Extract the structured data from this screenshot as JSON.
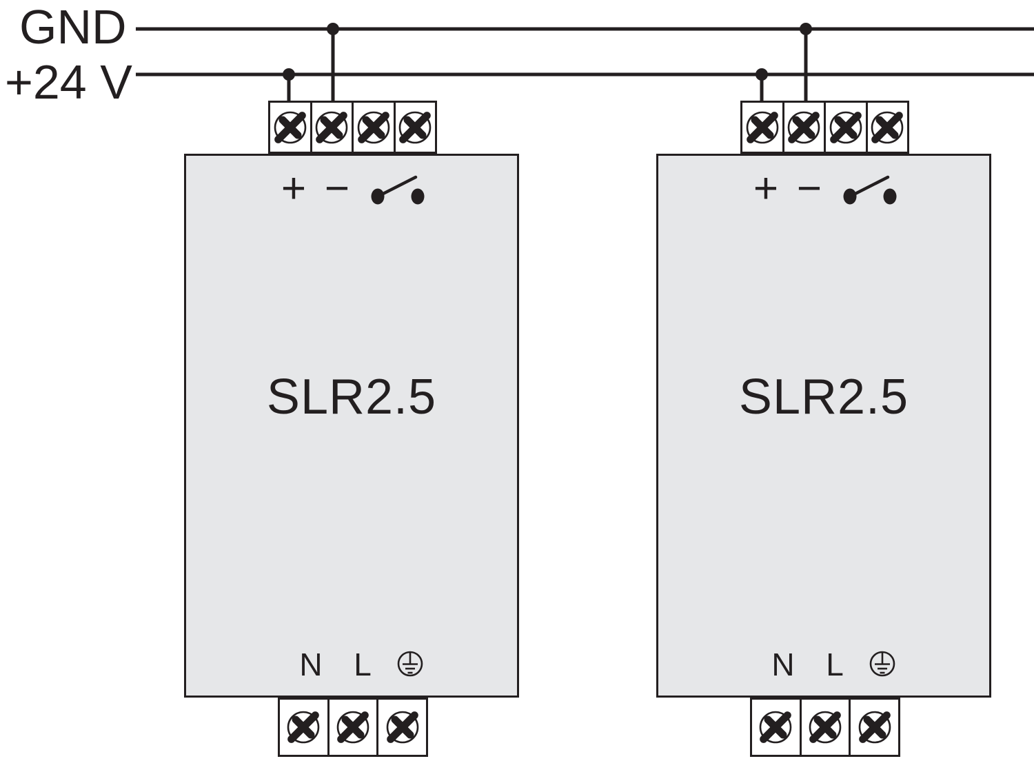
{
  "bus_lines": [
    {
      "id": "gnd",
      "label": "GND"
    },
    {
      "id": "plus_24v",
      "label": "+24 V"
    }
  ],
  "devices": [
    {
      "model": "SLR2.5",
      "terminals_top": {
        "plus_label": "+",
        "minus_label": "−",
        "switch_icon": "remote-switch-icon",
        "screw_icon": "screw-terminal-icon",
        "screw_count": 4
      },
      "terminals_bottom": {
        "neutral_label": "N",
        "line_label": "L",
        "earth_icon": "protective-earth-icon",
        "screw_icon": "screw-terminal-icon",
        "screw_count": 3
      }
    },
    {
      "model": "SLR2.5",
      "terminals_top": {
        "plus_label": "+",
        "minus_label": "−",
        "switch_icon": "remote-switch-icon",
        "screw_icon": "screw-terminal-icon",
        "screw_count": 4
      },
      "terminals_bottom": {
        "neutral_label": "N",
        "line_label": "L",
        "earth_icon": "protective-earth-icon",
        "screw_icon": "screw-terminal-icon",
        "screw_count": 3
      }
    }
  ],
  "colors": {
    "line": "#231f20",
    "device_fill": "#e6e7e9",
    "terminal_fill": "#ffffff",
    "background": "#ffffff"
  }
}
